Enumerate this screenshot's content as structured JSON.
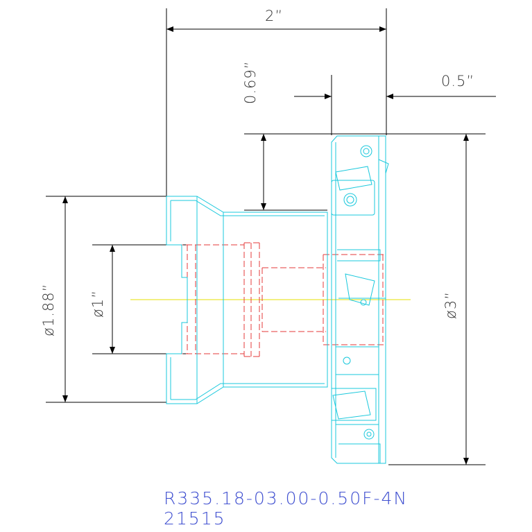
{
  "drawing": {
    "dimensions": {
      "overall_length": "2”",
      "body_offset": "0.69”",
      "flange_width": "0.5”",
      "cutter_diameter": "ø3”",
      "shank_diameter": "ø1.88”",
      "bore_diameter": "ø1”"
    },
    "part_number": "R335.18-03.00-0.50F-4N",
    "part_code": "21515",
    "colors": {
      "outline": "#19c8dc",
      "hidden_bore": "#e43a3a",
      "centerline": "#e6e000",
      "dimension": "#000000",
      "label": "#3f4fd0"
    }
  }
}
